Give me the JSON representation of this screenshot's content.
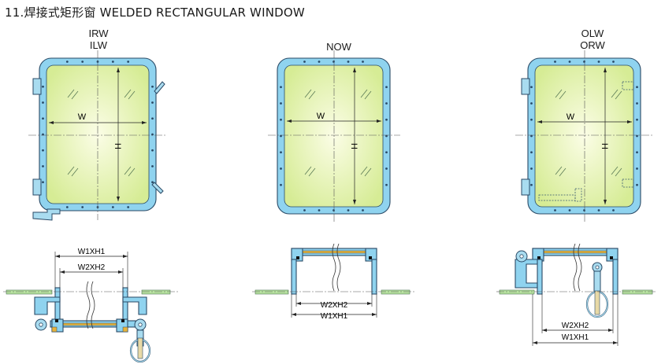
{
  "page": {
    "title": "11.焊接式矩形窗  WELDED RECTANGULAR WINDOW"
  },
  "windows": [
    {
      "labels": [
        "IRW",
        "ILW"
      ],
      "width_label": "W",
      "height_label": "H",
      "hinge_side": "left"
    },
    {
      "labels": [
        "NOW"
      ],
      "width_label": "W",
      "height_label": "H",
      "hinge_side": "none"
    },
    {
      "labels": [
        "OLW",
        "ORW"
      ],
      "width_label": "W",
      "height_label": "H",
      "hinge_side": "left"
    }
  ],
  "sections": [
    {
      "dim_outer": "W1XH1",
      "dim_inner": "W2XH2",
      "dims_position": "top"
    },
    {
      "dim_outer": "W1XH1",
      "dim_inner": "W2XH2",
      "dims_position": "bottom"
    },
    {
      "dim_outer": "W1XH1",
      "dim_inner": "W2XH2",
      "dims_position": "bottom"
    }
  ],
  "colors": {
    "frame": "#8fd3ef",
    "frame_stroke": "#2a4a66",
    "glass_center": "#fbfde6",
    "glass_edge": "#d6ec95",
    "seal": "#e8b33a",
    "hull_stripe": "#b8e4a0",
    "hinge": "#a9dcf0"
  }
}
